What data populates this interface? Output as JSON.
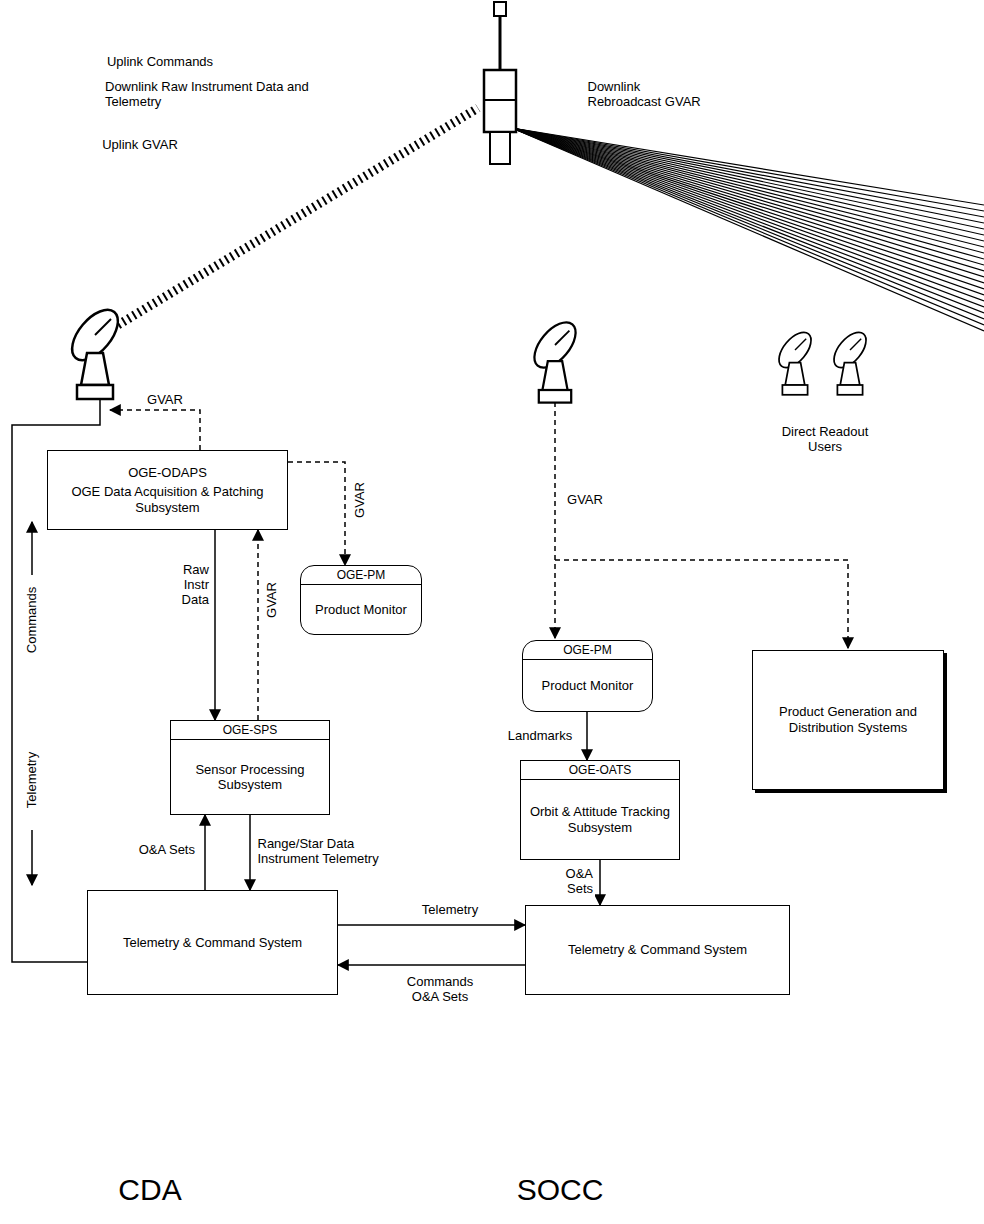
{
  "diagram": {
    "nodes": [
      {
        "text": [
          "OGE-ODAPS",
          "OGE Data Acquisition & Patching Subsystem"
        ]
      },
      {
        "text": [
          "OGE-PM",
          "Product Monitor"
        ]
      },
      {
        "text": [
          "OGE-SPS",
          "Sensor Processing Subsystem"
        ]
      },
      {
        "text": [
          "Telemetry & Command System"
        ]
      },
      {
        "text": [
          "OGE-PM",
          "Product Monitor"
        ]
      },
      {
        "text": [
          "OGE-OATS",
          "Orbit & Attitude Tracking Subsystem"
        ]
      },
      {
        "text": [
          "Product Generation and Distribution Systems"
        ]
      },
      {
        "text": [
          "Telemetry & Command System"
        ]
      }
    ],
    "edges": [
      {
        "from": 0,
        "to": 2,
        "label": "Raw Instr Data",
        "arrow": "to"
      },
      {
        "from": 2,
        "to": 0,
        "label": "GVAR",
        "arrow": "to"
      },
      {
        "from": 0,
        "to": 1,
        "label": "GVAR",
        "arrow": "to"
      },
      {
        "from": 3,
        "to": 2,
        "label": "O&A Sets",
        "arrow": "to"
      },
      {
        "from": 2,
        "to": 3,
        "label": "Range/Star Data Instrument Telemetry",
        "arrow": "to"
      },
      {
        "from": 3,
        "to": 7,
        "label": "Telemetry",
        "arrow": "to"
      },
      {
        "from": 7,
        "to": 3,
        "label": "Commands O&A Sets",
        "arrow": "to"
      },
      {
        "from": 4,
        "to": 5,
        "label": "Landmarks",
        "arrow": "to"
      },
      {
        "from": 5,
        "to": 7,
        "label": "O&A Sets",
        "arrow": "to"
      }
    ],
    "labels": [
      "Uplink Commands",
      "Downlink Raw Instrument Data and Telemetry",
      "Uplink GVAR",
      "Downlink Rebroadcast GVAR",
      "GVAR",
      "Direct Readout Users",
      "GVAR",
      "Commands",
      "Telemetry",
      "CDA",
      "SOCC"
    ]
  }
}
